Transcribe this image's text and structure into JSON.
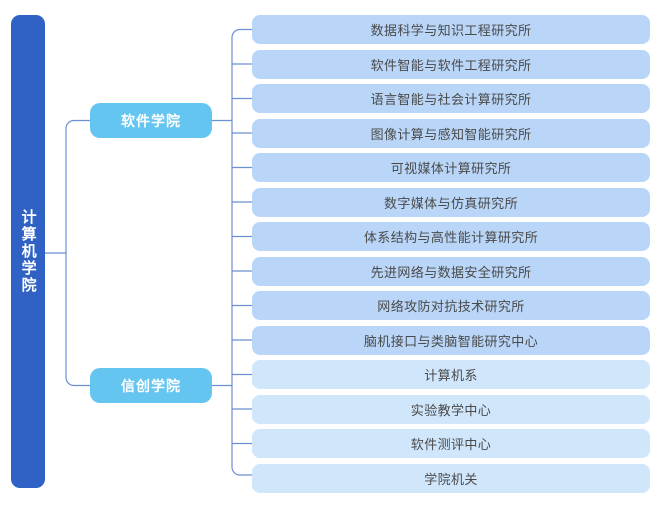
{
  "diagram": {
    "type": "organization-tree",
    "orientation": "left-to-right",
    "colors": {
      "root_fill": "#2f62c4",
      "root_text": "#ffffff",
      "branch_fill": "#64c5f0",
      "branch_text": "#ffffff",
      "leaf_fill_primary": "#b9d5f7",
      "leaf_fill_secondary": "#cfe6fb",
      "leaf_text": "#4a4a4a",
      "connector": "#6b8fd4",
      "background": "#ffffff"
    },
    "root": {
      "label": "计算机学院",
      "orientation": "vertical"
    },
    "branches": [
      {
        "label": "软件学院"
      },
      {
        "label": "信创学院"
      }
    ],
    "leaves": [
      {
        "label": "数据科学与知识工程研究所",
        "tone": "tone-a"
      },
      {
        "label": "软件智能与软件工程研究所",
        "tone": "tone-a"
      },
      {
        "label": "语言智能与社会计算研究所",
        "tone": "tone-a"
      },
      {
        "label": "图像计算与感知智能研究所",
        "tone": "tone-a"
      },
      {
        "label": "可视媒体计算研究所",
        "tone": "tone-a"
      },
      {
        "label": "数字媒体与仿真研究所",
        "tone": "tone-a"
      },
      {
        "label": "体系结构与高性能计算研究所",
        "tone": "tone-a"
      },
      {
        "label": "先进网络与数据安全研究所",
        "tone": "tone-a"
      },
      {
        "label": "网络攻防对抗技术研究所",
        "tone": "tone-a"
      },
      {
        "label": "脑机接口与类脑智能研究中心",
        "tone": "tone-a"
      },
      {
        "label": "计算机系",
        "tone": "tone-b"
      },
      {
        "label": "实验教学中心",
        "tone": "tone-b"
      },
      {
        "label": "软件测评中心",
        "tone": "tone-b"
      },
      {
        "label": "学院机关",
        "tone": "tone-b"
      }
    ]
  }
}
